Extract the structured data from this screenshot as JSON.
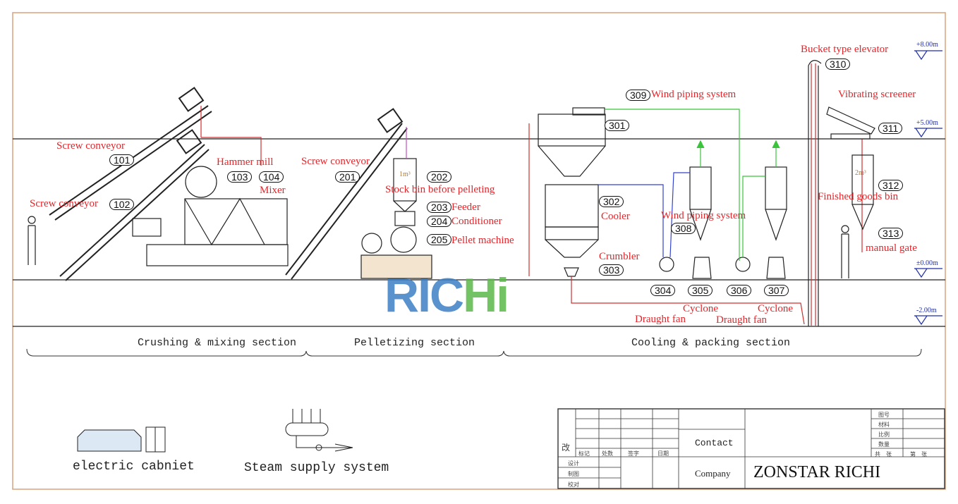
{
  "labels": {
    "bucket_elevator": "Bucket type elevator",
    "wind_piping_309": "Wind piping system",
    "vibrating_screener": "Vibrating screener",
    "screw_conveyor_101": "Screw conveyor",
    "screw_conveyor_102": "Screw conveyor",
    "hammer_mill": "Hammer mill",
    "mixer": "Mixer",
    "screw_conveyor_201": "Screw conveyor",
    "stock_bin": "Stock bin before pelleting",
    "feeder": "Feeder",
    "conditioner": "Conditioner",
    "pellet_machine": "Pellet machine",
    "cooler": "Cooler",
    "wind_piping_308": "Wind piping system",
    "crumbler": "Crumbler",
    "finished_goods_bin": "Finished goods bin",
    "manual_gate": "manual gate",
    "cyclone_1": "Cyclone",
    "cyclone_2": "Cyclone",
    "draught_fan_1": "Draught fan",
    "draught_fan_2": "Draught fan"
  },
  "numbers": {
    "n101": "101",
    "n102": "102",
    "n103": "103",
    "n104": "104",
    "n201": "201",
    "n202": "202",
    "n203": "203",
    "n204": "204",
    "n205": "205",
    "n301": "301",
    "n302": "302",
    "n303": "303",
    "n304": "304",
    "n305": "305",
    "n306": "306",
    "n307": "307",
    "n308": "308",
    "n309": "309",
    "n310": "310",
    "n311": "311",
    "n312": "312",
    "n313": "313"
  },
  "volumes": {
    "stock_bin": "1m³",
    "finished_bin": "2m³"
  },
  "levels": {
    "l8": "+8.00m",
    "l5": "+5.00m",
    "l0": "±0.00m",
    "lm2": "-2.00m"
  },
  "sections": [
    "Crushing & mixing section",
    "Pelletizing section",
    "Cooling & packing section"
  ],
  "legend": {
    "electric_cabinet": "electric cabniet",
    "steam_supply": "Steam supply system"
  },
  "logo": {
    "text_a": "RIC",
    "text_b": "Hi",
    "color_blue": "#3d7fc4",
    "color_green": "#5bb84a"
  },
  "title_block": {
    "gai": "改",
    "cols": [
      "标记",
      "处数",
      "签字",
      "日期"
    ],
    "rows": [
      "设计",
      "制图",
      "校对"
    ],
    "contact": "Contact",
    "company_label": "Company",
    "company": "ZONSTAR RICHI",
    "right": [
      "图号",
      "材料",
      "比例",
      "数量"
    ],
    "sheets_total": "共　张",
    "sheet_no": "第　张"
  },
  "colors": {
    "label": "#e3252a",
    "frame": "#d9a27a",
    "level": "#1f2fa8",
    "pipe_green": "#3bc43b",
    "pipe_blue": "#3344cc",
    "pipe_red": "#d03030"
  }
}
